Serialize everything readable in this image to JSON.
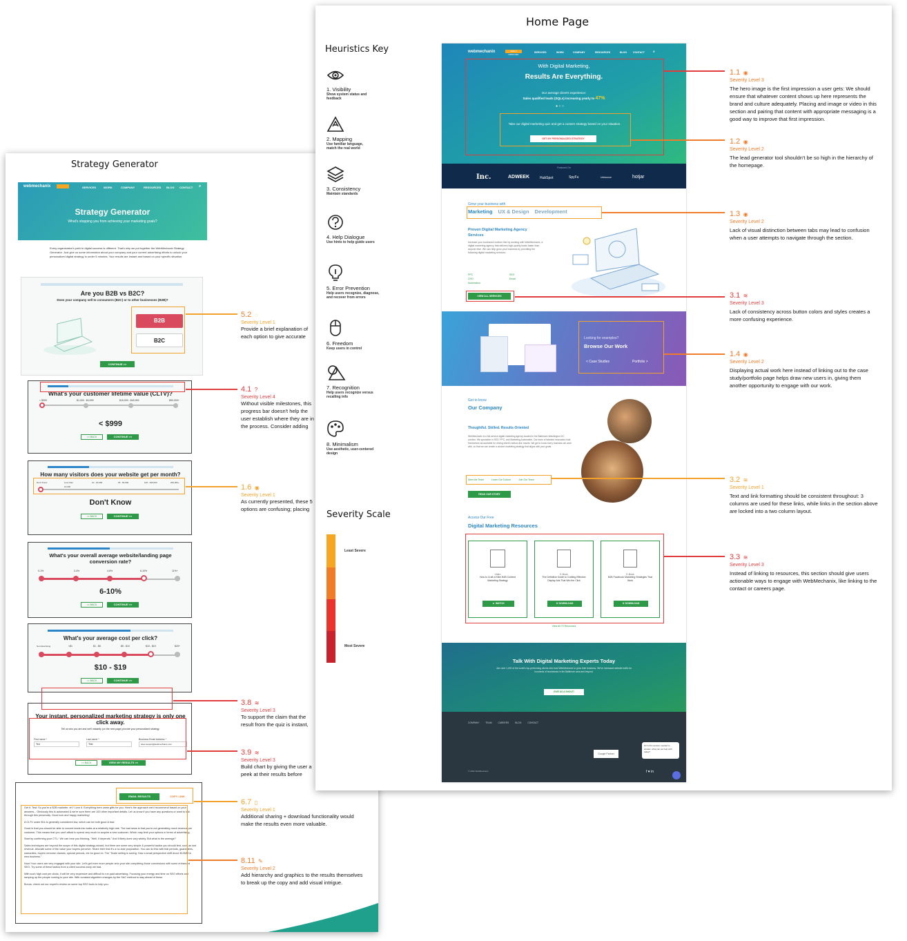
{
  "strategy": {
    "title": "Strategy Generator",
    "logo": "webmechanix",
    "nav": [
      "SERVICES",
      "WORK",
      "COMPANY",
      "RESOURCES",
      "BLOG",
      "CONTACT"
    ],
    "hero_title": "Strategy Generator",
    "hero_sub": "What's stopping you from achieving your marketing goals?",
    "intro": "Every organization's path to digital success is different. That's why we put together the WebMechanix Strategy Generator. Just give us some information about your company and your current advertising efforts to unlock your personalized digital strategy in under 5 minutes. Your results are instant and based on your specific situation.",
    "q1": {
      "title": "Are you B2B vs B2C?",
      "sub": "Does your company sell to consumers (B2C) or to other businesses (B2B)?",
      "opt1": "B2B",
      "opt2": "B2C",
      "continue": "CONTINUE >>"
    },
    "q2": {
      "title": "What's your customer lifetime value (CLTV)?",
      "ticks": [
        "< $999",
        "$1,000 - $4,999",
        "$15,000 - $49,999",
        "$50,000+"
      ],
      "value": "< $999",
      "back": "<< BACK",
      "continue": "CONTINUE >>"
    },
    "q3": {
      "title": "How many visitors does your website get per month?",
      "ticks": [
        "Don't Know",
        "Less than 10,000",
        "10 - 20,000",
        "25 - 50,000",
        "100 - 200,000",
        "200,000+"
      ],
      "value": "Don't Know",
      "back": "<< BACK",
      "continue": "CONTINUE >>"
    },
    "q4": {
      "title": "What's your overall average website/landing page conversion rate?",
      "ticks": [
        "0-1%",
        "2-4%",
        "4-6%",
        "6-10%",
        "11%+"
      ],
      "value": "6-10%",
      "back": "<< BACK",
      "continue": "CONTINUE >>"
    },
    "q5": {
      "title": "What's your average cost per click?",
      "ticks": [
        "Not Advertising",
        "<$1",
        "$1 - $5",
        "$5 - $10",
        "$10 - $19",
        "$20+"
      ],
      "value": "$10 - $19",
      "back": "<< BACK",
      "continue": "CONTINUE >>"
    },
    "q6": {
      "title": "Your instant, personalized marketing strategy is only one click away.",
      "sub": "Tell us who you are and we'll instantly (on the next page) provide your personalized strategy.",
      "f1": "First name *",
      "v1": "Ted",
      "f2": "Last name *",
      "v2": "Test",
      "f3": "Business Email Address *",
      "v3": "sites.support@webmechanix.com",
      "back": "<< BACK",
      "view": "VIEW MY RESULTS >>"
    },
    "results": {
      "email": "EMAIL RESULTS",
      "copy": "COPY LINK",
      "paragraphs": [
        "Get it. Test. So you're a B2B marketer, eh? Love it. Everything here came gifts for you. Here's the approach we'd recommend based on your answers... Obviously this is automated & we're sure there are 100 other important details. Let us know if you have any questions or want to talk through this personally. Good luck and happy marketing!",
        "A CLTV under $1k is generally considered low, which can be both good & bad.",
        "Good in that you should be able to convert leads into sales at a relatively high rate. The bad news is that you're not generating much revenue per customer. This means that you can't afford to spend very much to acquire a new customer. Which may limit your options in terms of advertising.",
        "Start by confirming your CTL/. We can hear you thinking, \"Well, it depends.\" And it likely does vary widely. But what is the average?",
        "Sales techniques are beyond the scope of this digital strategy wizard, but there are some very simple & powerful tactics you should test, such as lost revenue. Allocate some of the value your buyers perceive. Share their that it's a no-lose proposition. You can do this with trial periods, guarantees, warranties, buyers remorse clauses, special periods, etc for good ex. The \"Scale selling is saving: How a small perspective shift drove $10MM in new business.\"",
        "Now! Your users are very engaged with your site. Let's get even more people onto your site completing those conversions with some enhanced SEO. Try some of these tactics from a client success story we had.",
        "With such high cost per clicks, it will be very expensive and difficult to run paid advertising. Focusing your energy and time on SEO efforts and ramping up the people coming to your site. With constant algorithm changes by the SAC method to stay ahead of these.",
        "Bonus: check out our expert's review on some top SEO tools to help you."
      ]
    }
  },
  "home": {
    "title": "Home Page",
    "nav": [
      "SERVICES",
      "WORK",
      "COMPANY",
      "RESOURCES",
      "BLOG",
      "CONTACT"
    ],
    "badge": "NEW & IMPROVED",
    "hero_kicker": "With Digital Marketing,",
    "hero_title": "Results Are Everything.",
    "hero_stat1": "Our average client's experience:",
    "hero_stat2": "Sales qualified leads (SQLs) increasing yearly to",
    "hero_stat_val": "47%",
    "hero_cta_text": "Take our digital marketing quiz and get a custom strategy based on your situation.",
    "hero_cta": "GET MY PERSONALIZED STRATEGY",
    "featured": "Featured On",
    "logos": [
      "Inc.",
      "ADWEEK",
      "HubSpot",
      "SpyFu",
      "Unbounce",
      "hotjar"
    ],
    "grow_kicker": "Grow your business with",
    "tabs": [
      "Marketing",
      "UX & Design",
      "Development"
    ],
    "services_title": "Proven Digital Marketing Agency Services",
    "services_text": "Increase your business's bottom line by working with WebMechanix, a digital marketing agency that delivers high-quality leads faster than anyone else. We can help grow your business by providing the following digital marketing services:",
    "services_list": [
      "PPC",
      "SEO",
      "CRO",
      "Email",
      "Automation"
    ],
    "view_services": "VIEW ALL SERVICES",
    "work_kicker": "Looking for examples?",
    "work_title": "Browse Our Work",
    "work_links": [
      "< Case Studies",
      "Portfolio >"
    ],
    "company_kicker": "Get to know",
    "company_title": "Our Company",
    "company_sub": "Thoughtful. Skilled. Results-Oriented",
    "company_text": "WebMechanix is a full-service digital marketing agency located in the Baltimore-Washington DC corridor. We specialize in SEO, PPC, and Marketing Automation. Our team of talented innovators hold themselves accountable for driving client's bottom-line results. We get to know every business we work with, so that we can create a custom marketing strategy that aligns with your goals.",
    "company_links": [
      "Meet the Team",
      "Learn Our Culture",
      "Join Our Team"
    ],
    "read_story": "READ OUR STORY",
    "res_kicker": "Access Our Free",
    "res_title": "Digital Marketing Resources",
    "resources": [
      {
        "type": "Video",
        "title": "How to Craft a Killer B2B Content Marketing Strategy",
        "cta": "► WATCH"
      },
      {
        "type": "E-Book",
        "title": "The Definitive Guide to Crafting Effective Display Ads That Win the Click",
        "cta": "⬇ DOWNLOAD"
      },
      {
        "type": "E-Book",
        "title": "B2B Facebook Marketing Strategies That Work",
        "cta": "⬇ DOWNLOAD"
      }
    ],
    "view_resources": "View All 70 Resources",
    "talk_title": "Talk With Digital Marketing Experts Today",
    "talk_text": "Join over 1,000 of the world's top-performing clients who trust WebMechanix to grow their business. We've increased website traffic for hundreds of businesses in the Baltimore area and beyond.",
    "talk_cta": "GIVE US A SHOUT!",
    "footer_nav": [
      "COMPANY",
      "TEAM",
      "CAREERS",
      "BLOG",
      "CONTACT"
    ],
    "footer_copy": "© 2022 WebMechanix",
    "chat": "Hi! Is this session needed to answer, what can we help with today?",
    "partner": "Google Partner"
  },
  "heuristics": {
    "title": "Heuristics Key",
    "items": [
      {
        "label": "1. Visibility",
        "desc": "Show system status and feedback"
      },
      {
        "label": "2. Mapping",
        "desc": "Use familiar language, match the real world"
      },
      {
        "label": "3. Consistency",
        "desc": "Maintain standards"
      },
      {
        "label": "4. Help Dialogue",
        "desc": "Use hints to help guide users"
      },
      {
        "label": "5. Error Prevention",
        "desc": "Help users recognize, diagnose, and recover from errors"
      },
      {
        "label": "6. Freedom",
        "desc": "Keep users in control"
      },
      {
        "label": "7. Recognition",
        "desc": "Help users recognize versus recalling info"
      },
      {
        "label": "8. Minimalism",
        "desc": "Use aesthetic, user-centered design"
      }
    ],
    "severity_title": "Severity Scale",
    "least": "Least Severe",
    "most": "Most Severe",
    "scale_colors": [
      "#f5a623",
      "#f07b28",
      "#e8342c",
      "#c8232c"
    ]
  },
  "notes_left": [
    {
      "num": "5.2",
      "sev": "Severity Level 1",
      "text": "Provide a brief explanation of each option to give accurate context"
    },
    {
      "num": "4.1",
      "sev": "Severity Level 4",
      "text": "Without visible milestones, this progress bar doesn't help the user establish where they are in the process. Consider adding visible markers on the bar itself to give a stronger indicator."
    },
    {
      "num": "1.6",
      "sev": "Severity Level 1",
      "text": "As currently presented, these 5 options are confusing; placing them on a timeline that answers to a multiple"
    },
    {
      "num": "3.8",
      "sev": "Severity Level 3",
      "text": "To support the claim that the result from the quiz is instant, add a \"thinking\" or \"loading\" screen before"
    },
    {
      "num": "3.9",
      "sev": "Severity Level 3",
      "text": "Build chart by giving the user a peek at their results before asking them to supply personal information"
    },
    {
      "num": "6.7",
      "sev": "Severity Level 1",
      "text": "Additional sharing + download functionality would make the results even more valuable."
    },
    {
      "num": "8.11",
      "sev": "Severity Level 2",
      "text": "Add hierarchy and graphics to the results themselves to break up the copy and add visual intrigue."
    }
  ],
  "notes_right": [
    {
      "num": "1.1",
      "sev": "Severity Level 3",
      "text": "The hero image is the first impression a user gets: We should ensure that whatever content shows up here represents the brand and culture adequately. Placing and image or video in this section and pairing that content with appropriate messaging is a good way to improve that first impression."
    },
    {
      "num": "1.2",
      "sev": "Severity Level 2",
      "text": "The lead generator tool shouldn't be so high in the hierarchy of the homepage."
    },
    {
      "num": "1.3",
      "sev": "Severity Level 2",
      "text": "Lack of visual distinction between tabs may lead to confusion when a user attempts to navigate through the section."
    },
    {
      "num": "3.1",
      "sev": "Severity Level 3",
      "text": "Lack of consistency across button colors and styles creates a more confusing experience."
    },
    {
      "num": "1.4",
      "sev": "Severity Level 2",
      "text": "Displaying actual work here instead of linking out to the case study/portfolio page helps draw new users in, giving them another opportunity to engage with our work."
    },
    {
      "num": "3.2",
      "sev": "Severity Level 1",
      "text": "Text and link formatting should be consistent throughout: 3 columns are used for these links, while links in the section above are locked into a two column layout."
    },
    {
      "num": "3.3",
      "sev": "Severity Level 3",
      "text": "Instead of linking to resources, this section should give users actionable ways to engage with WebMechanix, like linking to the contact or careers page."
    }
  ]
}
